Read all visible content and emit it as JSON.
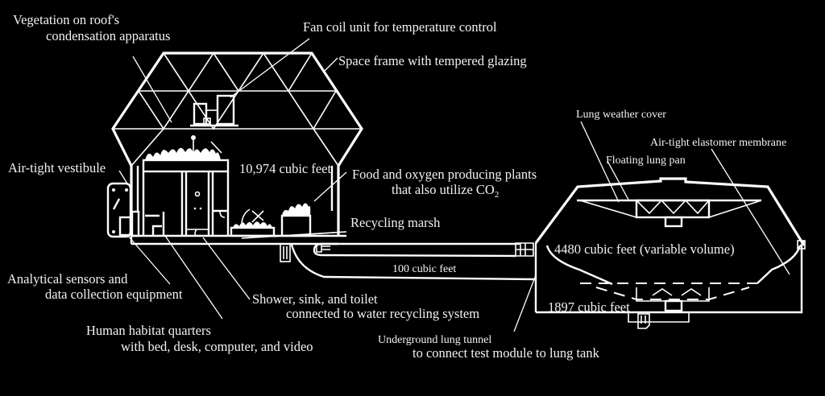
{
  "diagram": {
    "colors": {
      "background": "#000000",
      "line": "#ffffff",
      "text": "#f2f2f2"
    },
    "labels": {
      "vegetation_line1": "Vegetation on roof's",
      "vegetation_line2": "condensation apparatus",
      "fan_coil": "Fan coil unit for temperature control",
      "space_frame": "Space frame with tempered glazing",
      "vestibule": "Air-tight vestibule",
      "habitat_volume": "10,974 cubic feet",
      "plants_line1": "Food and oxygen producing plants",
      "plants_line2_prefix": "that also utilize CO",
      "plants_line2_sub": "2",
      "recycling_marsh": "Recycling marsh",
      "tunnel_volume": "100 cubic feet",
      "sensors_line1": "Analytical sensors and",
      "sensors_line2": "data collection equipment",
      "shower_line1": "Shower, sink, and toilet",
      "shower_line2": "connected to water recycling system",
      "quarters_line1": "Human habitat quarters",
      "quarters_line2": "with bed, desk, computer, and video",
      "tunnel_line1": "Underground lung tunnel",
      "tunnel_line2": "to connect test module to lung tank",
      "lung_cover": "Lung weather cover",
      "membrane": "Air-tight elastomer membrane",
      "lung_pan": "Floating lung pan",
      "lung_volume_upper": "4480 cubic feet (variable volume)",
      "lung_volume_lower": "1897 cubic feet"
    }
  }
}
